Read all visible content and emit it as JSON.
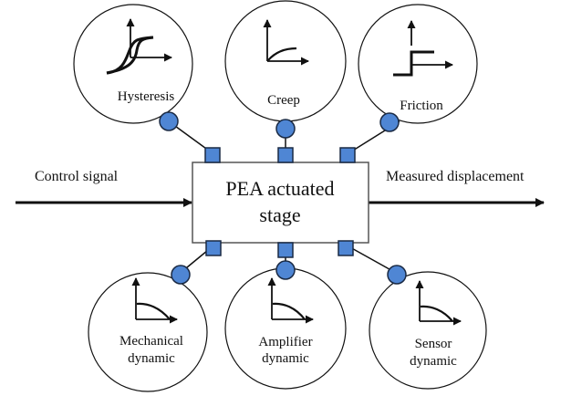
{
  "colors": {
    "accent_fill": "#4F86D4",
    "accent_stroke": "#1a2a44",
    "line": "#111111",
    "box_border": "#555555"
  },
  "center_block": {
    "line1": "PEA actuated",
    "line2": "stage"
  },
  "input_label": "Control signal",
  "output_label": "Measured displacement",
  "nodes": [
    {
      "id": "hysteresis",
      "lines": [
        "Hysteresis"
      ],
      "icon": "hysteresis-loop-icon"
    },
    {
      "id": "creep",
      "lines": [
        "Creep"
      ],
      "icon": "creep-curve-icon"
    },
    {
      "id": "friction",
      "lines": [
        "Friction"
      ],
      "icon": "friction-step-icon"
    },
    {
      "id": "mechanical-dynamic",
      "lines": [
        "Mechanical",
        "dynamic"
      ],
      "icon": "rolloff-curve-icon"
    },
    {
      "id": "amplifier-dynamic",
      "lines": [
        "Amplifier",
        "dynamic"
      ],
      "icon": "rolloff-curve-icon"
    },
    {
      "id": "sensor-dynamic",
      "lines": [
        "Sensor",
        "dynamic"
      ],
      "icon": "rolloff-curve-icon"
    }
  ]
}
